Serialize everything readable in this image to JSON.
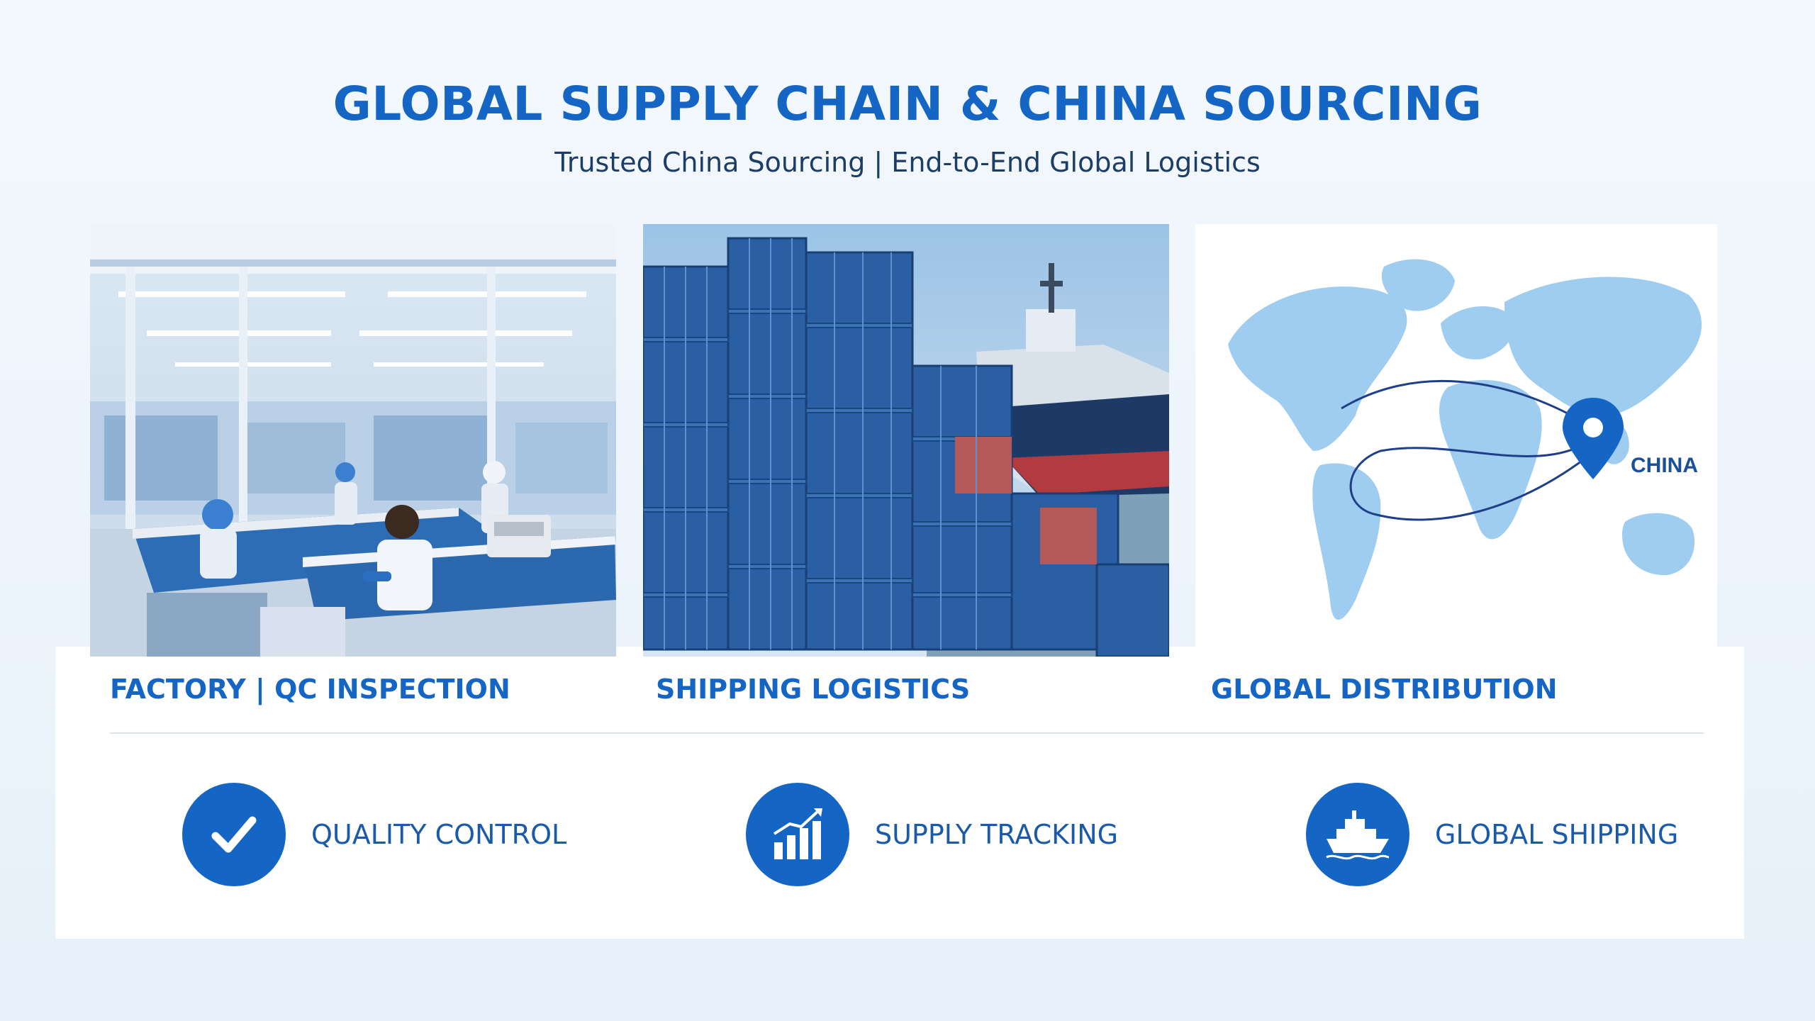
{
  "header": {
    "title": "GLOBAL SUPPLY CHAIN & CHINA SOURCING",
    "subtitle": "Trusted China Sourcing | End-to-End Global Logistics"
  },
  "cards": [
    {
      "label": "FACTORY | QC INSPECTION",
      "image": "factory-qc-photo"
    },
    {
      "label": "SHIPPING LOGISTICS",
      "image": "container-ship-photo"
    },
    {
      "label": "GLOBAL DISTRIBUTION",
      "image": "world-map",
      "map_pin_label": "CHINA"
    }
  ],
  "features": [
    {
      "label": "QUALITY CONTROL",
      "icon": "checkmark-icon"
    },
    {
      "label": "SUPPLY TRACKING",
      "icon": "bar-chart-icon"
    },
    {
      "label": "GLOBAL SHIPPING",
      "icon": "ship-icon"
    }
  ],
  "colors": {
    "accent": "#1566c4",
    "text_dark": "#1c3d66",
    "map_land": "#9fcdf0",
    "background": "#eef5fc"
  }
}
